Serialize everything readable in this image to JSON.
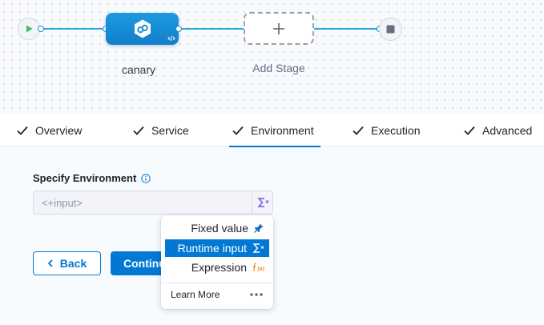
{
  "pipeline": {
    "stage": {
      "label": "canary",
      "icon": "deployment-stage-icon"
    },
    "add_stage": {
      "label": "Add Stage"
    },
    "line_color": "#29a6dd"
  },
  "tabs": [
    {
      "label": "Overview",
      "completed": true,
      "active": false
    },
    {
      "label": "Service",
      "completed": true,
      "active": false
    },
    {
      "label": "Environment",
      "completed": true,
      "active": true
    },
    {
      "label": "Execution",
      "completed": true,
      "active": false
    },
    {
      "label": "Advanced",
      "completed": true,
      "active": false
    }
  ],
  "form": {
    "environment_label": "Specify Environment",
    "environment_value": "<+input>"
  },
  "buttons": {
    "back_label": "Back",
    "continue_label": "Continue"
  },
  "input_type_menu": {
    "items": [
      {
        "label": "Fixed value",
        "icon": "pin-icon",
        "selected": false
      },
      {
        "label": "Runtime input",
        "icon": "sigma-icon",
        "selected": true
      },
      {
        "label": "Expression",
        "icon": "function-icon",
        "selected": false
      }
    ],
    "learn_more": "Learn More"
  },
  "colors": {
    "primary": "#0278d5",
    "stage_blue": "#1d9ae3",
    "runtime_purple": "#7d4dd3",
    "expression_orange": "#f08a24"
  }
}
